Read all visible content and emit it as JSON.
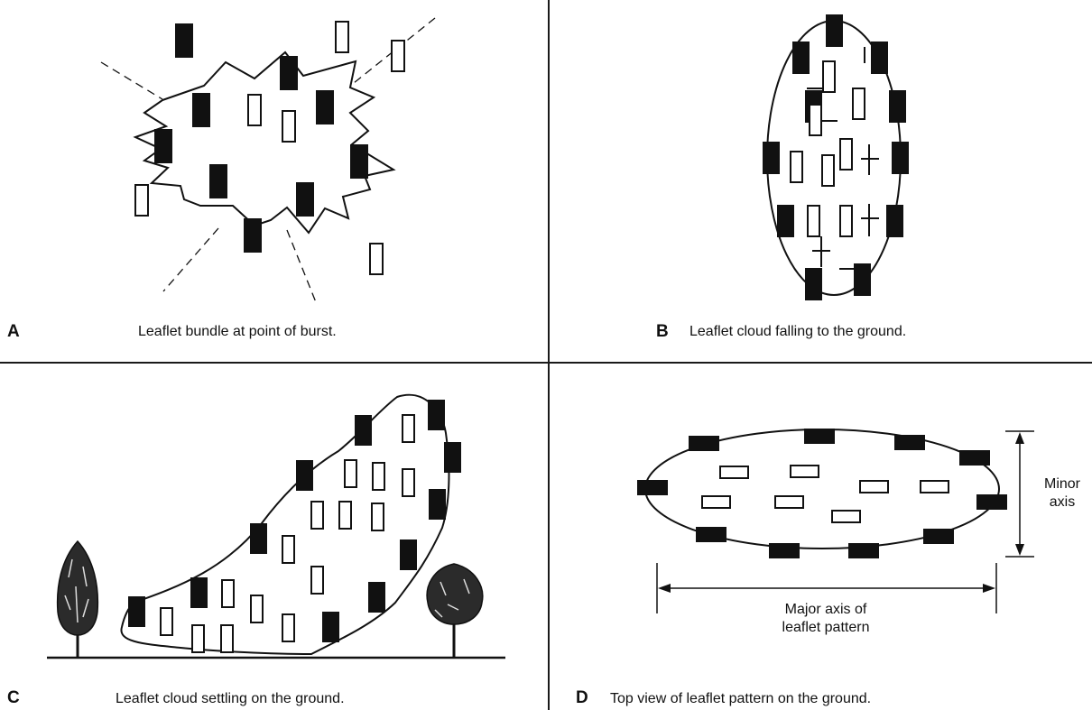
{
  "panels": [
    {
      "letter": "A",
      "caption": "Leaflet bundle at point of burst."
    },
    {
      "letter": "B",
      "caption": "Leaflet cloud falling to the ground."
    },
    {
      "letter": "C",
      "caption": "Leaflet cloud settling on the ground."
    },
    {
      "letter": "D",
      "caption": "Top view of leaflet pattern on the ground."
    }
  ],
  "labels": {
    "minor_axis_line1": "Minor",
    "minor_axis_line2": "axis",
    "major_axis_line1": "Major axis of",
    "major_axis_line2": "leaflet pattern"
  },
  "colors": {
    "ink": "#111111",
    "background": "#ffffff"
  }
}
